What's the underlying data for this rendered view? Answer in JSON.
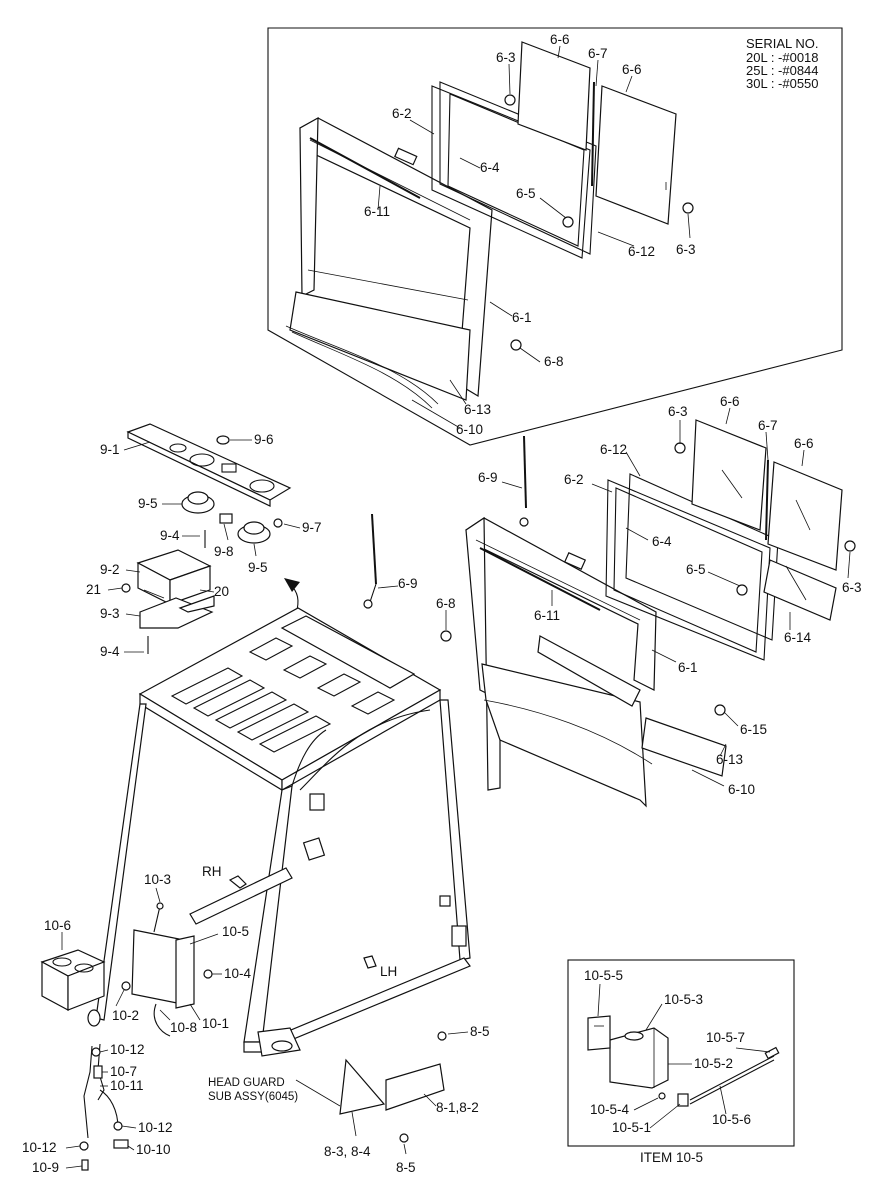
{
  "serial": {
    "title": "SERIAL NO.",
    "lines": [
      "20L : -#0018",
      "25L : -#0844",
      "30L : -#0550"
    ]
  },
  "captions": {
    "head_guard": [
      "HEAD GUARD",
      "SUB ASSY(6045)"
    ],
    "item": "ITEM 10-5",
    "rh": "RH",
    "lh": "LH"
  },
  "labels": {
    "l_6_6a": "6-6",
    "l_6_7a": "6-7",
    "l_6_6b": "6-6",
    "l_6_3a": "6-3",
    "l_6_2a": "6-2",
    "l_6_4a": "6-4",
    "l_6_5a": "6-5",
    "l_6_11a": "6-11",
    "l_6_12a": "6-12",
    "l_6_3b": "6-3",
    "l_6_1a": "6-1",
    "l_6_8a": "6-8",
    "l_6_13a": "6-13",
    "l_6_10a": "6-10",
    "l_9_1": "9-1",
    "l_9_6": "9-6",
    "l_9_5a": "9-5",
    "l_9_4a": "9-4",
    "l_9_8": "9-8",
    "l_9_7": "9-7",
    "l_9_5b": "9-5",
    "l_9_2": "9-2",
    "l_21": "21",
    "l_20": "20",
    "l_9_3": "9-3",
    "l_9_4b": "9-4",
    "l_6_9a": "6-9",
    "l_6_9b": "6-9",
    "l_6_3c": "6-3",
    "l_6_6c": "6-6",
    "l_6_7b": "6-7",
    "l_6_6d": "6-6",
    "l_6_12b": "6-12",
    "l_6_2b": "6-2",
    "l_6_4b": "6-4",
    "l_6_5b": "6-5",
    "l_6_3d": "6-3",
    "l_6_11b": "6-11",
    "l_6_14": "6-14",
    "l_6_8b": "6-8",
    "l_6_1b": "6-1",
    "l_6_15": "6-15",
    "l_6_13b": "6-13",
    "l_6_10b": "6-10",
    "l_10_3": "10-3",
    "l_10_6": "10-6",
    "l_10_5": "10-5",
    "l_10_4": "10-4",
    "l_10_2": "10-2",
    "l_10_8": "10-8",
    "l_10_1": "10-1",
    "l_10_12a": "10-12",
    "l_10_7": "10-7",
    "l_10_11": "10-11",
    "l_10_12b": "10-12",
    "l_10_12c": "10-12",
    "l_10_10": "10-10",
    "l_10_9": "10-9",
    "l_8_5a": "8-5",
    "l_8_12": "8-1,8-2",
    "l_8_34": "8-3, 8-4",
    "l_8_5b": "8-5",
    "l_10_5_5": "10-5-5",
    "l_10_5_3": "10-5-3",
    "l_10_5_7": "10-5-7",
    "l_10_5_2": "10-5-2",
    "l_10_5_4": "10-5-4",
    "l_10_5_1": "10-5-1",
    "l_10_5_6": "10-5-6"
  }
}
